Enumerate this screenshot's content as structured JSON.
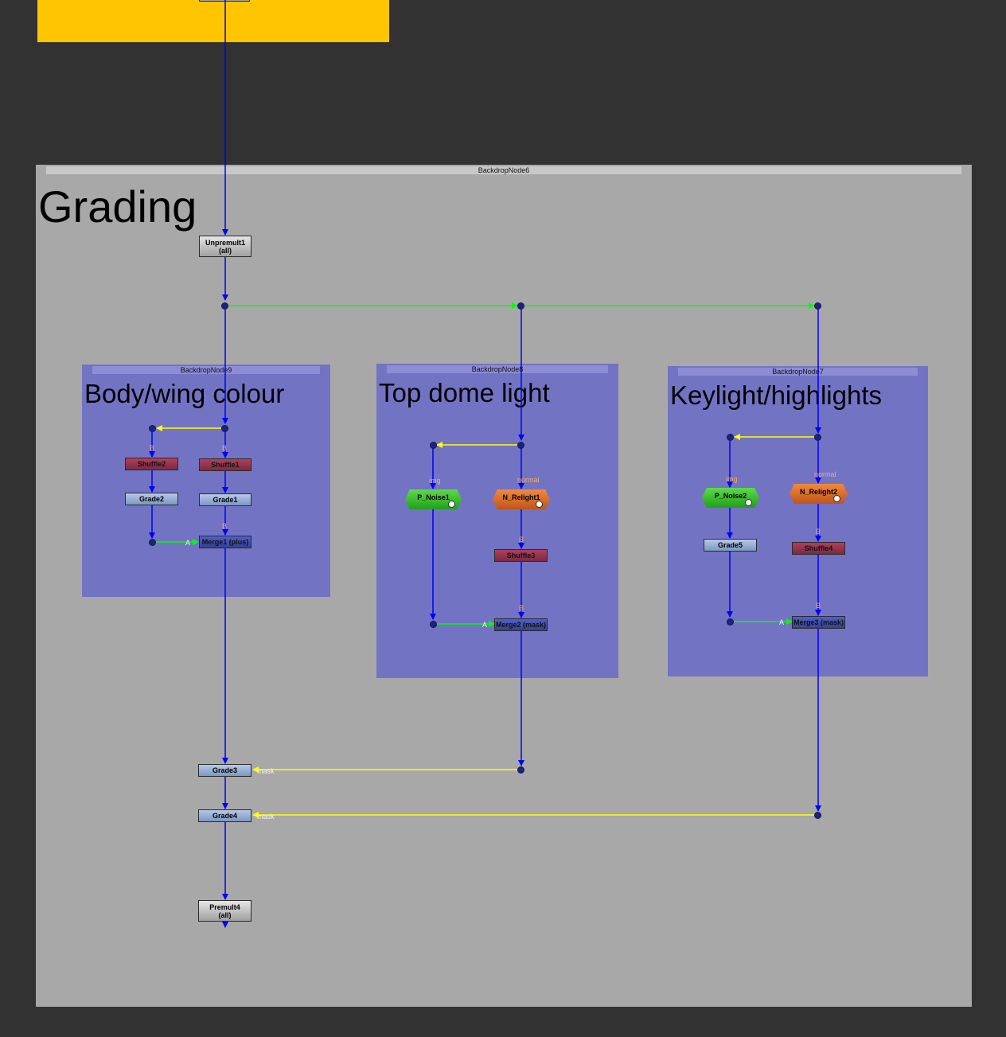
{
  "backdrops": {
    "main": {
      "name": "BackdropNode6",
      "label": "Grading"
    },
    "body": {
      "name": "BackdropNode9",
      "label": "Body/wing colour"
    },
    "dome": {
      "name": "BackdropNode8",
      "label": "Top dome light"
    },
    "key": {
      "name": "BackdropNode7",
      "label": "Keylight/highlights"
    }
  },
  "nodes": {
    "unpremult1": {
      "name": "Unpremult1",
      "sub": "(all)"
    },
    "shuffle1": {
      "name": "Shuffle1"
    },
    "shuffle2": {
      "name": "Shuffle2"
    },
    "grade1": {
      "name": "Grade1"
    },
    "grade2": {
      "name": "Grade2"
    },
    "merge1": {
      "name": "Merge1 (plus)"
    },
    "p_noise1": {
      "name": "P_Noise1"
    },
    "n_relight1": {
      "name": "N_Relight1"
    },
    "shuffle3": {
      "name": "Shuffle3"
    },
    "merge2": {
      "name": "Merge2 (mask)"
    },
    "p_noise2": {
      "name": "P_Noise2"
    },
    "n_relight2": {
      "name": "N_Relight2"
    },
    "grade5": {
      "name": "Grade5"
    },
    "shuffle4": {
      "name": "Shuffle4"
    },
    "merge3": {
      "name": "Merge3 (mask)"
    },
    "grade3": {
      "name": "Grade3"
    },
    "grade4": {
      "name": "Grade4"
    },
    "premult4": {
      "name": "Premult4",
      "sub": "(all)"
    }
  },
  "pipe_labels": {
    "b": "B",
    "a": "A",
    "img": "img",
    "normal": "normal",
    "mask": "mask"
  },
  "colors": {
    "canvas": "#323232",
    "backdrop_yellow": "#ffc600",
    "backdrop_main": "#a8a8a8",
    "backdrop_sub": "#7373c4",
    "pipe_main": "#0000ff",
    "pipe_branch": "#00ff00",
    "pipe_mask": "#ffff00"
  }
}
